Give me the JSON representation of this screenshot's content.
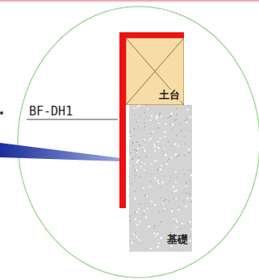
{
  "diagram": {
    "nodes": [
      {
        "text": [
          "土台"
        ]
      },
      {
        "text": [
          "基礎"
        ]
      }
    ],
    "labels": [
      "BF-DH1"
    ]
  }
}
